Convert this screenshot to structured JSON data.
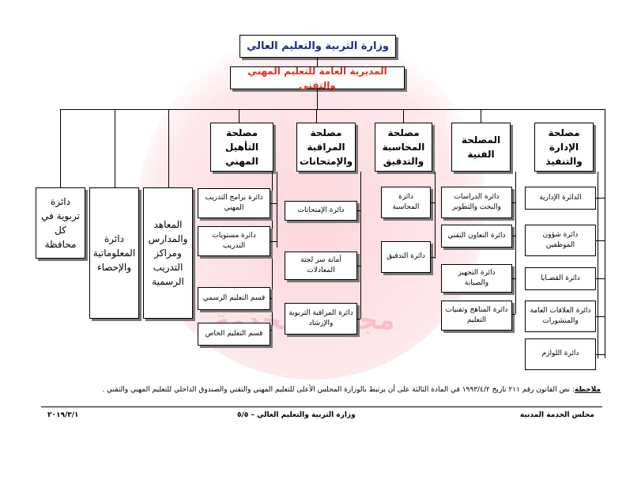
{
  "ministry": "وزارة التربية والتعليم العالي",
  "directorate": "المديرية العامة للتعليم المهني والتقني",
  "services": {
    "admin": "مصلحة الإدارة والتنفيذ",
    "technical": "المصلحة الفنية",
    "accounting": "مصلحة المحاسبة والتدقيق",
    "control": "مصلحة المراقبة والإمتحانات",
    "rehab": "مصلحة التأهيل المهني"
  },
  "side": {
    "institutes": "المعاهد والمدارس ومراكز التدريب الرسمية",
    "informatics": "دائرة المعلوماتية والإحصاء",
    "regional": "دائرة تربوية في كل محافظة"
  },
  "admin_units": [
    "الدائرة الإدارية",
    "دائرة شؤون الموظفين",
    "دائرة القضـايا",
    "دائرة العلاقات العامة والمنشورات",
    "دائرة اللوازم"
  ],
  "technical_units": [
    "دائرة الدراسات والبحث والتطوير",
    "دائرة التعاون التقني",
    "دائرة التجهيز والصيانة",
    "دائرة المناهج وتقنيات التعليم"
  ],
  "accounting_units": [
    "دائرة المحاسبة",
    "دائرة التدقيق"
  ],
  "control_units": [
    "دائرة الإمتحانات",
    "أمانة سر لجنة المعادلات",
    "دائرة المراقبة التربوية والإرشاد"
  ],
  "rehab_units": [
    "دائرة برامج التدريب المهني",
    "دائرة مستويات التدريب",
    "قسم التعليم الرسمي",
    "قسم التعليم الخاص"
  ],
  "note_label": "ملاحظة",
  "note_text": ": نص القانون رقم ٢١١ تاريخ ١٩٩٣/٤/٢ في المادة الثالثة على أن يرتبط بالوزارة المجلس الأعلى للتعليم المهني والتقني والصندوق الداخلي للتعليم المهني والتقني .",
  "footer": {
    "left": "مجلس الخدمة المدنية",
    "center": "وزارة التربية والتعليم العالي – ٥/٥",
    "right": "٢٠١٩/٣/١"
  },
  "watermark": "مجلس الخدمة",
  "colors": {
    "directorate_text": "#e03020",
    "ministry_text": "#1a2f8a"
  }
}
